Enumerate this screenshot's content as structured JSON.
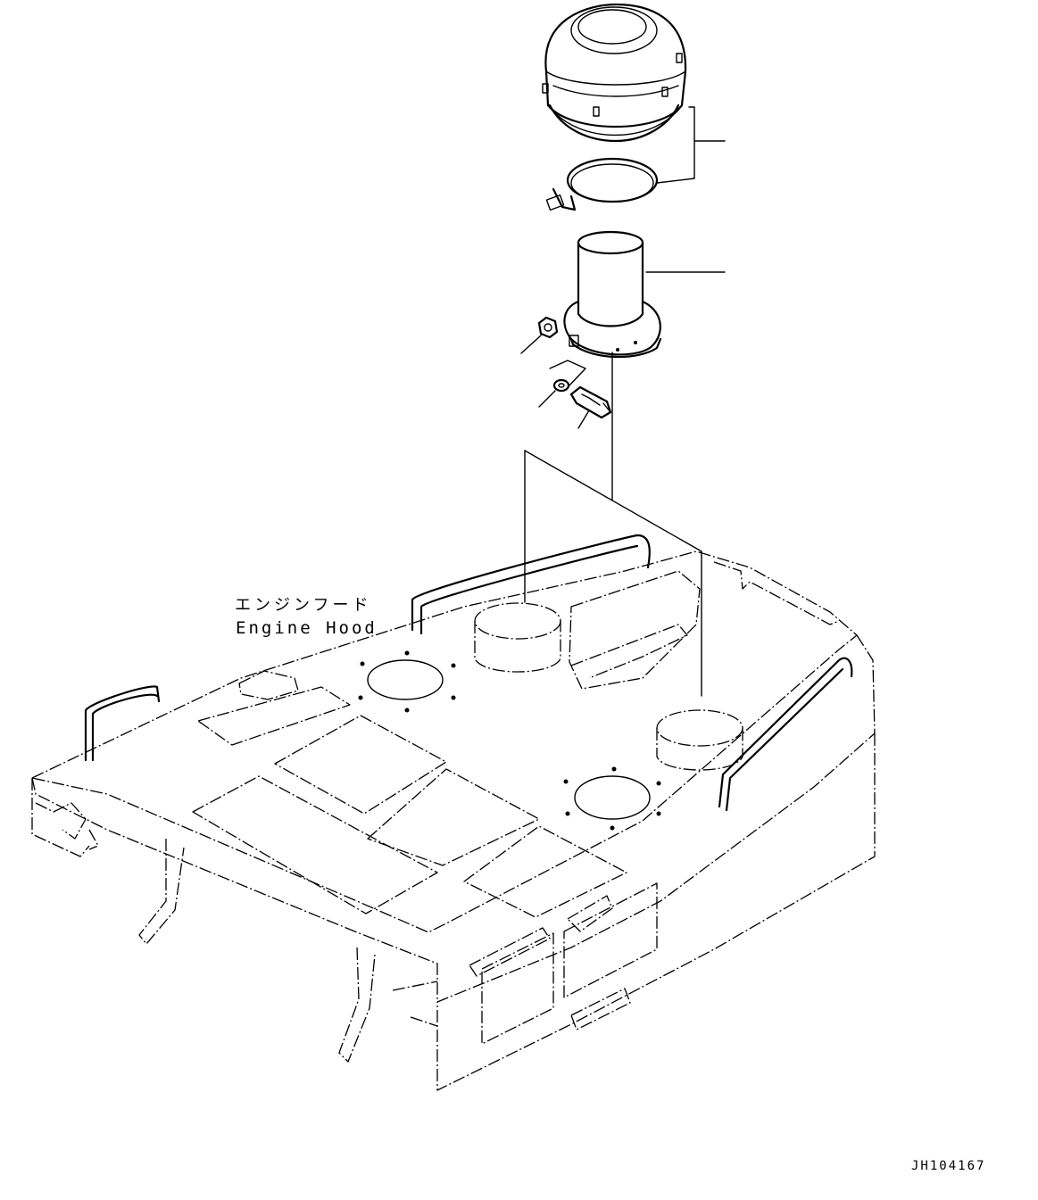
{
  "diagram": {
    "labels": {
      "engine_hood_jp": "エンジンフード",
      "engine_hood_en": "Engine Hood"
    },
    "drawing_number": "JH104167",
    "parts": [
      {
        "name": "pre-cleaner-cap"
      },
      {
        "name": "band-clamp"
      },
      {
        "name": "pre-cleaner-body"
      },
      {
        "name": "nut"
      },
      {
        "name": "washer"
      },
      {
        "name": "bolt"
      },
      {
        "name": "engine-hood"
      }
    ]
  }
}
